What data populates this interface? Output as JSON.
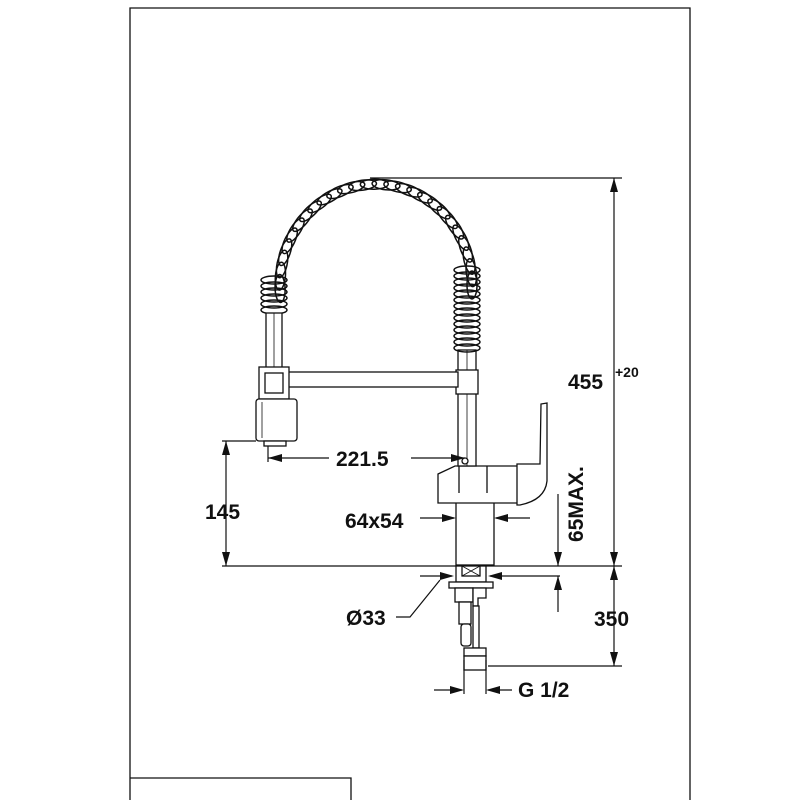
{
  "dimensions": {
    "total_height": "455",
    "total_height_tolerance": "+20",
    "spout_reach": "221.5",
    "spout_height": "145",
    "base_size": "64x54",
    "mount_thickness": "65MAX.",
    "mount_hole_diameter": "Ø33",
    "connection_length": "350",
    "thread": "G 1/2"
  },
  "colors": {
    "line": "#111111",
    "background": "#ffffff"
  }
}
